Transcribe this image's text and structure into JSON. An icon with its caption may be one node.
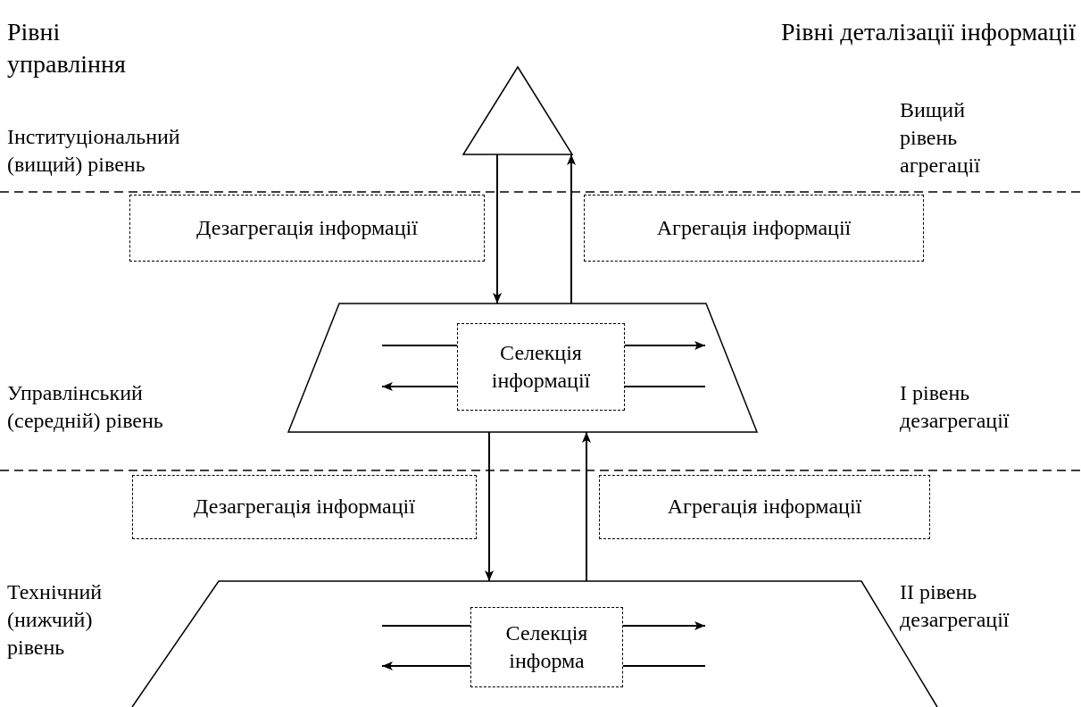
{
  "diagram": {
    "nodes": [
      {
        "text": [],
        "shape": "triangle"
      },
      {
        "text": [],
        "shape": "trapezoid"
      },
      {
        "text": [
          "Селекція інформації"
        ],
        "in": 1
      },
      {
        "text": [],
        "shape": "trapezoid"
      },
      {
        "text": [
          "Селекція інформа"
        ],
        "in": 3
      },
      {
        "text": [
          "Дезагрегація інформації"
        ]
      },
      {
        "text": [
          "Агрегація інформації"
        ]
      },
      {
        "text": [
          "Дезагрегація інформації"
        ]
      },
      {
        "text": [
          "Агрегація інформації"
        ]
      }
    ],
    "edges": [
      {
        "from": 0,
        "to": 1,
        "arrow": "to"
      },
      {
        "from": 1,
        "to": 0,
        "arrow": "to"
      },
      {
        "from": null,
        "to": 2,
        "arrow": "none"
      },
      {
        "from": 2,
        "to": null,
        "arrow": "to"
      },
      {
        "from": 2,
        "to": null,
        "arrow": "to"
      },
      {
        "from": null,
        "to": 2,
        "arrow": "none"
      },
      {
        "from": 1,
        "to": 3,
        "arrow": "to"
      },
      {
        "from": 3,
        "to": 1,
        "arrow": "to"
      },
      {
        "from": null,
        "to": 4,
        "arrow": "none"
      },
      {
        "from": 4,
        "to": null,
        "arrow": "to"
      },
      {
        "from": 4,
        "to": null,
        "arrow": "to"
      },
      {
        "from": null,
        "to": 4,
        "arrow": "none"
      }
    ],
    "labels": [
      "Рівні управління",
      "Рівні деталізації інформації",
      "Інституціональний (вищий) рівень",
      "Вищий рівень агрегації",
      "Управлінський (середній) рівень",
      "I рівень дезагрегації",
      "Технічний (нижчий) рівень",
      "II рівень дезагрегації"
    ]
  }
}
